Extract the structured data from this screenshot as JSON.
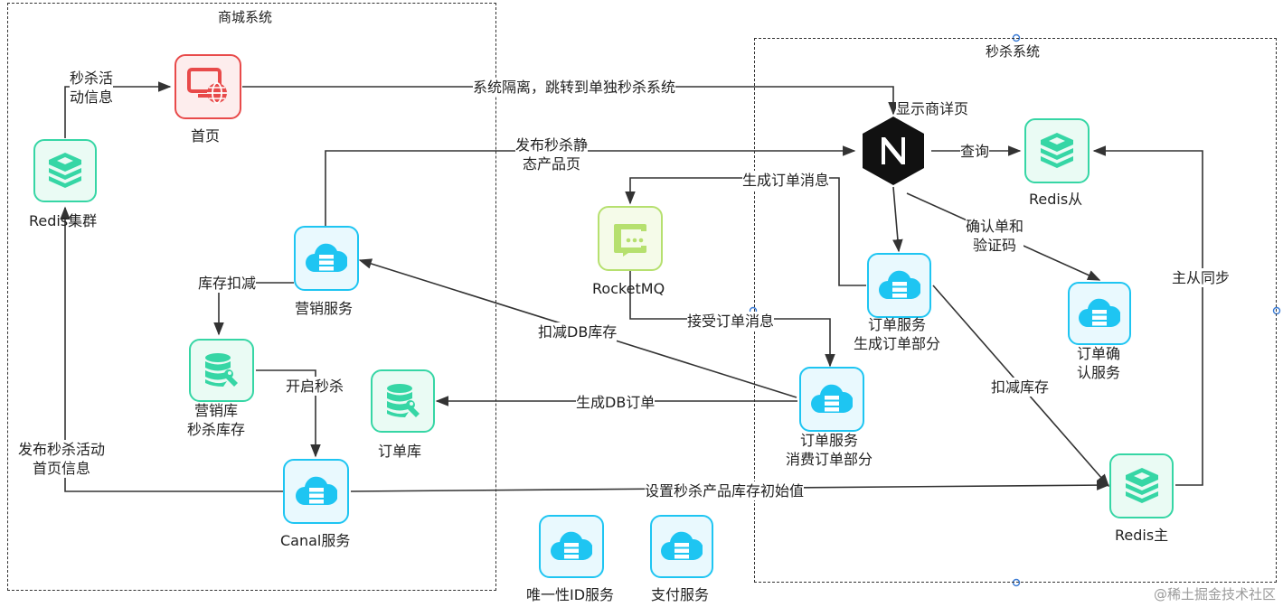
{
  "groups": {
    "mall": "商城系统",
    "seckill": "秒杀系统"
  },
  "nodes": {
    "homepage": "首页",
    "redis_cluster": "Redis集群",
    "marketing_service": "营销服务",
    "marketing_db": "营销库\n秒杀库存",
    "order_db": "订单库",
    "canal_service": "Canal服务",
    "uid_service": "唯一性ID服务",
    "pay_service": "支付服务",
    "rocketmq": "RocketMQ",
    "nginx_caption": "显示商详页",
    "redis_slave": "Redis从",
    "order_service_create": "订单服务\n生成订单部分",
    "order_confirm_service": "订单确\n认服务",
    "order_service_consume": "订单服务\n消费订单部分",
    "redis_master": "Redis主"
  },
  "edges": {
    "seckill_info": "秒杀活\n动信息",
    "isolation": "系统隔离，跳转到单独秒杀系统",
    "publish_static": "发布秒杀静\n态产品页",
    "gen_order_msg": "生成订单消息",
    "query": "查询",
    "confirm_verify": "确认单和\n验证码",
    "stock_deduct": "库存扣减",
    "master_slave_sync": "主从同步",
    "deduct_db_stock": "扣减DB库存",
    "receive_order_msg": "接受订单消息",
    "start_seckill": "开启秒杀",
    "gen_db_order": "生成DB订单",
    "deduct_stock": "扣减库存",
    "publish_home": "发布秒杀活动\n首页信息",
    "set_initial_stock": "设置秒杀产品库存初始值"
  },
  "icons": {
    "homepage": "monitor-globe-icon",
    "redis": "redis-stack-icon",
    "service": "cloud-server-icon",
    "database": "database-wrench-icon",
    "mq": "message-queue-icon",
    "nginx": "nginx-icon"
  },
  "colors": {
    "cloud": "#1ec5f2",
    "db": "#36d6a5",
    "mq": "#b6e06f",
    "web": "#e84a4a",
    "nginx": "#111111",
    "line": "#333333"
  },
  "watermark": "@稀土掘金技术社区"
}
